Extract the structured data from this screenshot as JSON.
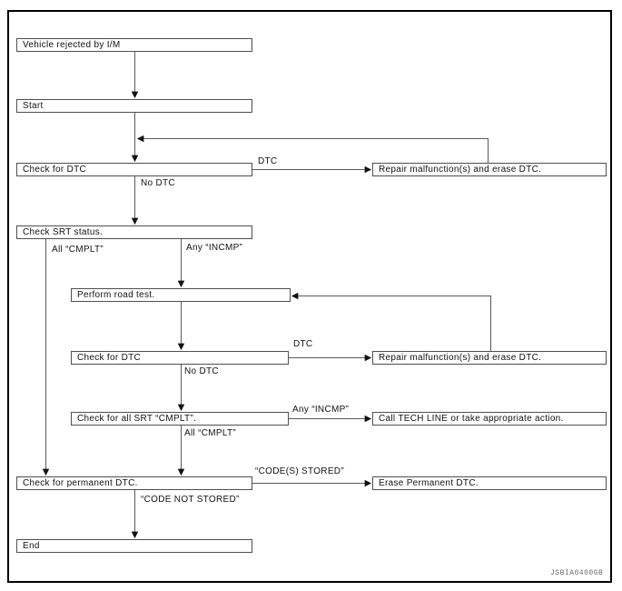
{
  "diagram": {
    "title_hidden": "",
    "figure_code": "JSBIA0400GB",
    "colors": {
      "background": "#ffffff",
      "box_border": "#4f4f4f",
      "line": "#5a5a5a",
      "arrowhead": "#111111",
      "text": "#111111",
      "frame": "#000000",
      "figure_code_text": "#6b6b6b"
    },
    "nodes": [
      {
        "id": "vehicle-rejected",
        "label": "Vehicle rejected by I/M"
      },
      {
        "id": "start",
        "label": "Start"
      },
      {
        "id": "check-dtc-1",
        "label": "Check for DTC"
      },
      {
        "id": "repair-erase-1",
        "label": "Repair malfunction(s) and erase DTC."
      },
      {
        "id": "check-srt-status",
        "label": "Check SRT status."
      },
      {
        "id": "perform-road-test",
        "label": "Perform road test."
      },
      {
        "id": "check-dtc-2",
        "label": "Check for DTC"
      },
      {
        "id": "repair-erase-2",
        "label": "Repair malfunction(s) and erase DTC."
      },
      {
        "id": "check-all-srt-cmplt",
        "label": "Check for all SRT “CMPLT”."
      },
      {
        "id": "call-tech-line",
        "label": "Call TECH LINE or take appropriate action."
      },
      {
        "id": "check-permanent-dtc",
        "label": "Check for permanent DTC."
      },
      {
        "id": "erase-permanent-dtc",
        "label": "Erase Permanent DTC."
      },
      {
        "id": "end",
        "label": "End"
      }
    ],
    "edge_labels": [
      {
        "id": "dtc-1",
        "text": "DTC"
      },
      {
        "id": "no-dtc-1",
        "text": "No DTC"
      },
      {
        "id": "all-cmplt-1",
        "text": "All “CMPLT”"
      },
      {
        "id": "any-incmp-1",
        "text": "Any “INCMP”"
      },
      {
        "id": "dtc-2",
        "text": "DTC"
      },
      {
        "id": "no-dtc-2",
        "text": "No DTC"
      },
      {
        "id": "any-incmp-2",
        "text": "Any “INCMP”"
      },
      {
        "id": "all-cmplt-2",
        "text": "All “CMPLT”"
      },
      {
        "id": "codes-stored",
        "text": "“CODE(S) STORED”"
      },
      {
        "id": "code-not-stored",
        "text": "“CODE NOT STORED”"
      }
    ]
  }
}
